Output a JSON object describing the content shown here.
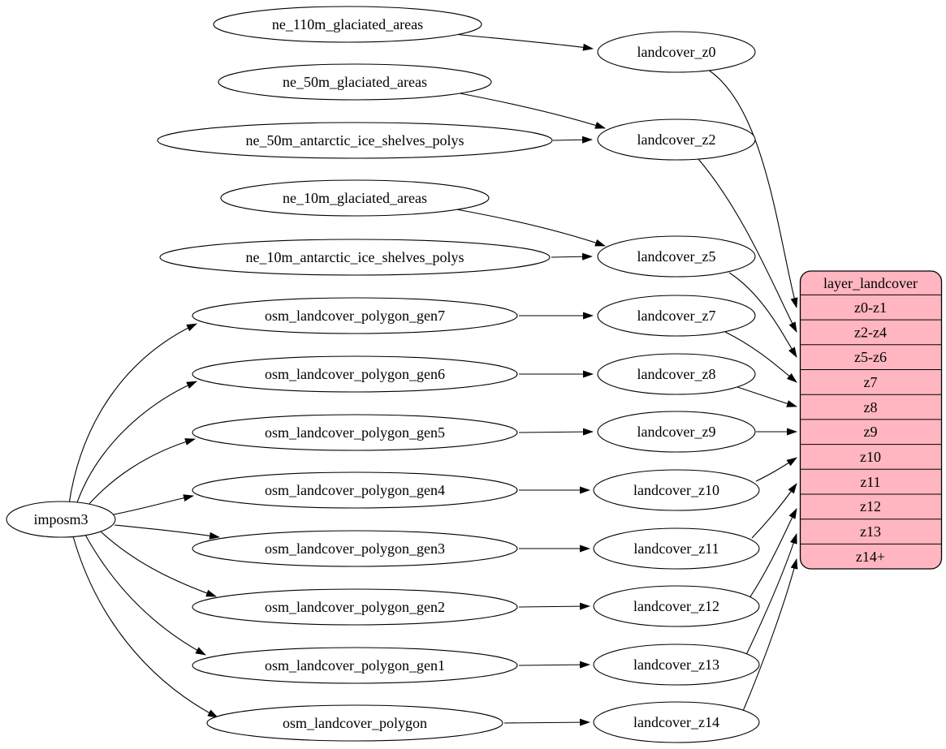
{
  "diagram": {
    "type": "dependency-graph",
    "background_color": "#ffffff",
    "edge_color": "#000000",
    "node_fill": "#ffffff",
    "node_stroke": "#000000",
    "nodes": {
      "imposm3": "imposm3",
      "ne_110m_glaciated_areas": "ne_110m_glaciated_areas",
      "ne_50m_glaciated_areas": "ne_50m_glaciated_areas",
      "ne_50m_antarctic_ice_shelves_polys": "ne_50m_antarctic_ice_shelves_polys",
      "ne_10m_glaciated_areas": "ne_10m_glaciated_areas",
      "ne_10m_antarctic_ice_shelves_polys": "ne_10m_antarctic_ice_shelves_polys",
      "osm_landcover_polygon_gen7": "osm_landcover_polygon_gen7",
      "osm_landcover_polygon_gen6": "osm_landcover_polygon_gen6",
      "osm_landcover_polygon_gen5": "osm_landcover_polygon_gen5",
      "osm_landcover_polygon_gen4": "osm_landcover_polygon_gen4",
      "osm_landcover_polygon_gen3": "osm_landcover_polygon_gen3",
      "osm_landcover_polygon_gen2": "osm_landcover_polygon_gen2",
      "osm_landcover_polygon_gen1": "osm_landcover_polygon_gen1",
      "osm_landcover_polygon": "osm_landcover_polygon",
      "landcover_z0": "landcover_z0",
      "landcover_z2": "landcover_z2",
      "landcover_z5": "landcover_z5",
      "landcover_z7": "landcover_z7",
      "landcover_z8": "landcover_z8",
      "landcover_z9": "landcover_z9",
      "landcover_z10": "landcover_z10",
      "landcover_z11": "landcover_z11",
      "landcover_z12": "landcover_z12",
      "landcover_z13": "landcover_z13",
      "landcover_z14": "landcover_z14"
    },
    "record": {
      "title": "layer_landcover",
      "rows": [
        "z0-z1",
        "z2-z4",
        "z5-z6",
        "z7",
        "z8",
        "z9",
        "z10",
        "z11",
        "z12",
        "z13",
        "z14+"
      ],
      "fill": "#ffb6c1",
      "stroke": "#000000"
    },
    "edges": [
      {
        "from": "ne_110m_glaciated_areas",
        "to": "landcover_z0"
      },
      {
        "from": "ne_50m_glaciated_areas",
        "to": "landcover_z2"
      },
      {
        "from": "ne_50m_antarctic_ice_shelves_polys",
        "to": "landcover_z2"
      },
      {
        "from": "ne_10m_glaciated_areas",
        "to": "landcover_z5"
      },
      {
        "from": "ne_10m_antarctic_ice_shelves_polys",
        "to": "landcover_z5"
      },
      {
        "from": "imposm3",
        "to": "osm_landcover_polygon_gen7"
      },
      {
        "from": "imposm3",
        "to": "osm_landcover_polygon_gen6"
      },
      {
        "from": "imposm3",
        "to": "osm_landcover_polygon_gen5"
      },
      {
        "from": "imposm3",
        "to": "osm_landcover_polygon_gen4"
      },
      {
        "from": "imposm3",
        "to": "osm_landcover_polygon_gen3"
      },
      {
        "from": "imposm3",
        "to": "osm_landcover_polygon_gen2"
      },
      {
        "from": "imposm3",
        "to": "osm_landcover_polygon_gen1"
      },
      {
        "from": "imposm3",
        "to": "osm_landcover_polygon"
      },
      {
        "from": "osm_landcover_polygon_gen7",
        "to": "landcover_z7"
      },
      {
        "from": "osm_landcover_polygon_gen6",
        "to": "landcover_z8"
      },
      {
        "from": "osm_landcover_polygon_gen5",
        "to": "landcover_z9"
      },
      {
        "from": "osm_landcover_polygon_gen4",
        "to": "landcover_z10"
      },
      {
        "from": "osm_landcover_polygon_gen3",
        "to": "landcover_z11"
      },
      {
        "from": "osm_landcover_polygon_gen2",
        "to": "landcover_z12"
      },
      {
        "from": "osm_landcover_polygon_gen1",
        "to": "landcover_z13"
      },
      {
        "from": "osm_landcover_polygon",
        "to": "landcover_z14"
      },
      {
        "from": "landcover_z0",
        "to": "layer_landcover:z0-z1"
      },
      {
        "from": "landcover_z2",
        "to": "layer_landcover:z2-z4"
      },
      {
        "from": "landcover_z5",
        "to": "layer_landcover:z5-z6"
      },
      {
        "from": "landcover_z7",
        "to": "layer_landcover:z7"
      },
      {
        "from": "landcover_z8",
        "to": "layer_landcover:z8"
      },
      {
        "from": "landcover_z9",
        "to": "layer_landcover:z9"
      },
      {
        "from": "landcover_z10",
        "to": "layer_landcover:z10"
      },
      {
        "from": "landcover_z11",
        "to": "layer_landcover:z11"
      },
      {
        "from": "landcover_z12",
        "to": "layer_landcover:z12"
      },
      {
        "from": "landcover_z13",
        "to": "layer_landcover:z13"
      },
      {
        "from": "landcover_z14",
        "to": "layer_landcover:z14+"
      }
    ]
  }
}
